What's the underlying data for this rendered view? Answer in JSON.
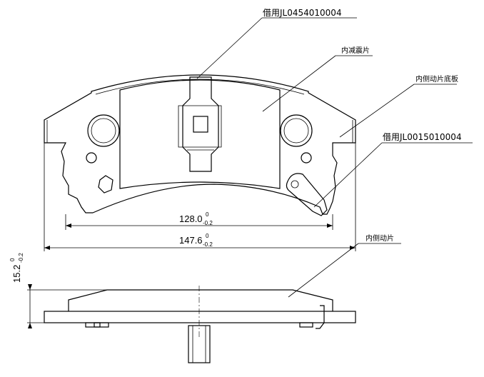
{
  "labels": {
    "ref_part_top": "借用JL0454010004",
    "inner_damping_shim": "内减震片",
    "inner_backplate": "内侧动片底板",
    "ref_part_right": "借用JL0015010004",
    "inner_pad": "内侧动片"
  },
  "dimensions": {
    "inner_width": {
      "value": "128.0",
      "upper": "0",
      "lower": "-0.2"
    },
    "outer_width": {
      "value": "147.6",
      "upper": "0",
      "lower": "-0.2"
    },
    "thickness": {
      "value": "15.2",
      "upper": "0",
      "lower": "-0.2"
    }
  }
}
